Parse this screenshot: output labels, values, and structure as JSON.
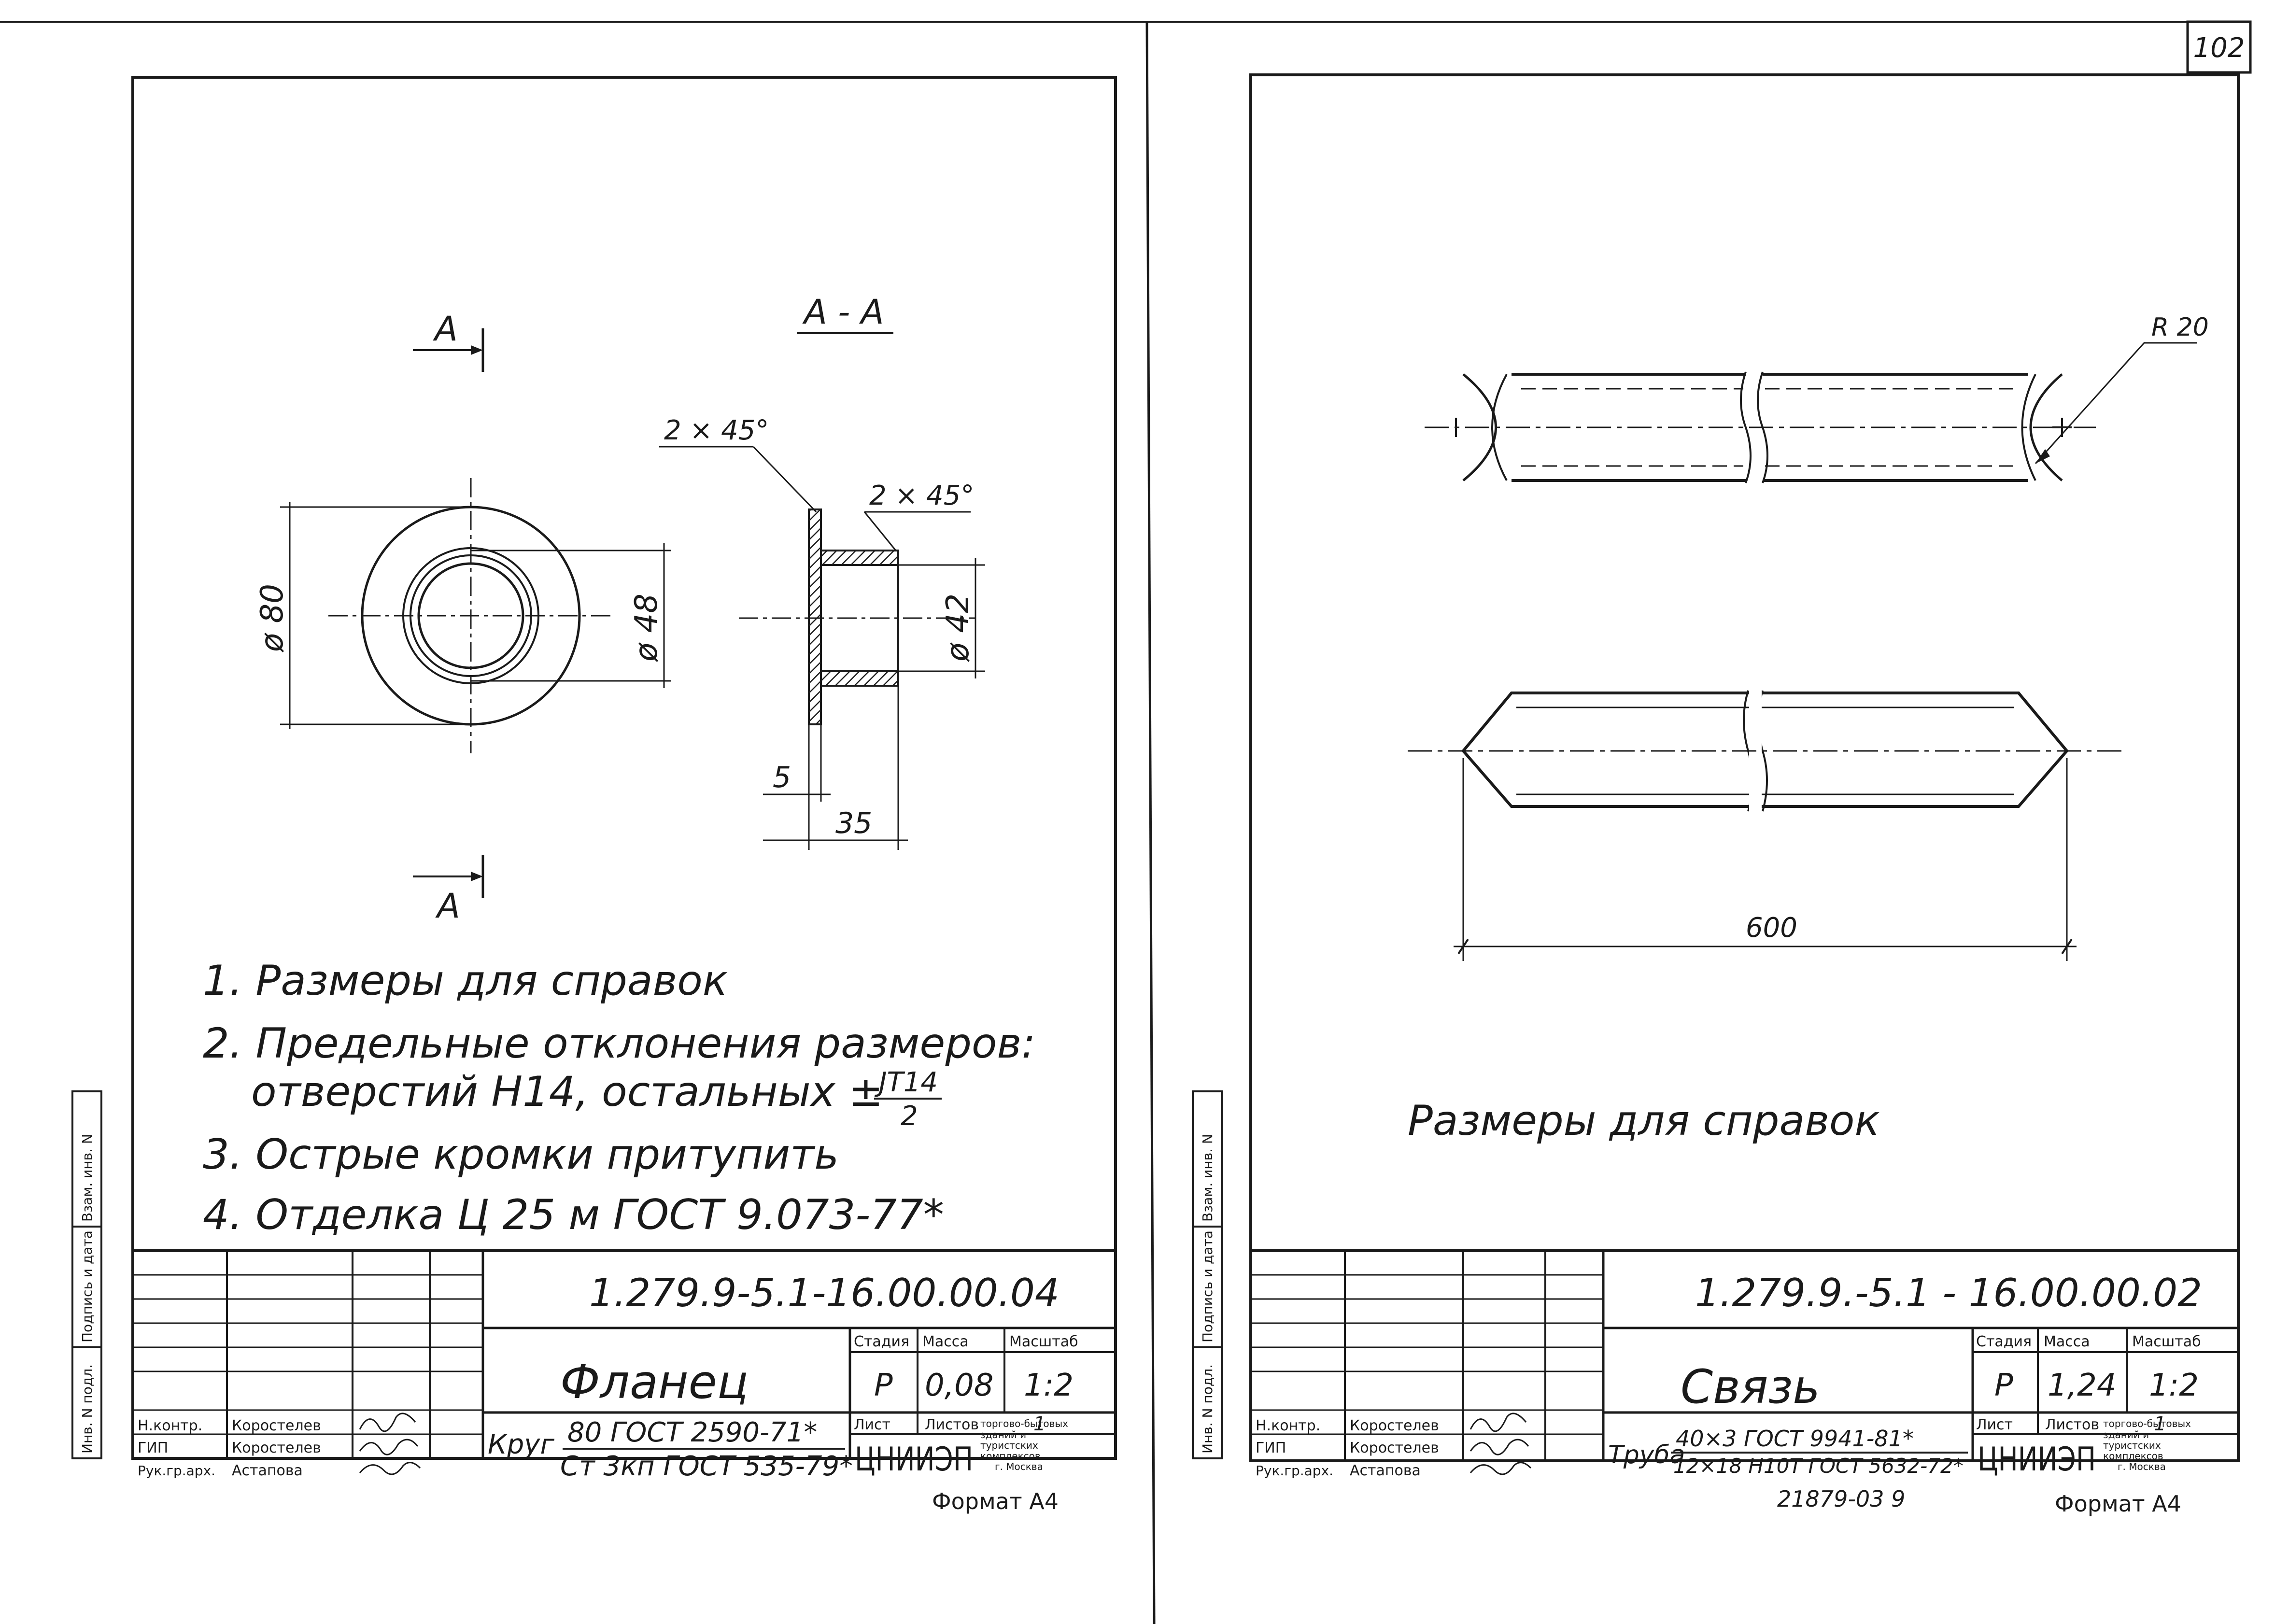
{
  "page_number": "102",
  "left_sheet": {
    "section_label": "А - А",
    "section_marks": [
      "А",
      "А"
    ],
    "dimensions": {
      "outer_diameter": "ø 80",
      "inner_diameter": "ø 48",
      "bore_diameter": "ø 42",
      "chamfer_1": "2 × 45°",
      "chamfer_2": "2 × 45°",
      "flange_thickness": "5",
      "length": "35"
    },
    "notes": [
      "1. Размеры для справок",
      "2. Предельные отклонения размеров:",
      "отверстий  Н14,  остальных ±",
      "3. Острые кромки притупить",
      "4. Отделка  Ц 25 м  ГОСТ 9.073-77*"
    ],
    "tolerance_fraction": {
      "numerator": "JT14",
      "denominator": "2"
    },
    "side_labels": [
      "Инв. N подл.",
      "Подпись и дата",
      "Взам. инв. N"
    ],
    "title_block": {
      "doc_code": "1.279.9-5.1-16.00.00.04",
      "part_name": "Фланец",
      "stage_header": "Стадия",
      "mass_header": "Масса",
      "scale_header": "Масштаб",
      "stage": "Р",
      "mass": "0,08",
      "scale": "1:2",
      "sheet_label": "Лист",
      "sheets_label": "Листов",
      "sheets_value": "1",
      "material_prefix": "Круг",
      "material_line1": "80 ГОСТ 2590-71*",
      "material_line2": "Ст 3кп ГОСТ 535-79*",
      "org_logo": "ЦНИИЭП",
      "org_desc": [
        "торгово-бытовых",
        "зданий и",
        "туристских",
        "комплексов",
        "г. Москва"
      ],
      "signatures": [
        {
          "role": "Н.контр.",
          "name": "Коростелев"
        },
        {
          "role": "ГИП",
          "name": "Коростелев"
        },
        {
          "role": "Рук.гр.арх.",
          "name": "Астапова"
        }
      ],
      "format": "Формат А4"
    }
  },
  "right_sheet": {
    "radius_label": "R 20",
    "length_label": "600",
    "note": "Размеры для справок",
    "side_labels": [
      "Инв. N подл.",
      "Подпись и дата",
      "Взам. инв. N"
    ],
    "title_block": {
      "doc_code": "1.279.9.-5.1 - 16.00.00.02",
      "part_name": "Связь",
      "stage_header": "Стадия",
      "mass_header": "Масса",
      "scale_header": "Масштаб",
      "stage": "Р",
      "mass": "1,24",
      "scale": "1:2",
      "sheet_label": "Лист",
      "sheets_label": "Листов",
      "sheets_value": "1",
      "material_prefix": "Труба",
      "material_line1": "40×3 ГОСТ 9941-81*",
      "material_line2": "12×18 Н10Т ГОСТ 5632-72*",
      "org_logo": "ЦНИИЭП",
      "org_desc": [
        "торгово-бытовых",
        "зданий и",
        "туристских",
        "комплексов",
        "г. Москва"
      ],
      "signatures": [
        {
          "role": "Н.контр.",
          "name": "Коростелев"
        },
        {
          "role": "ГИП",
          "name": "Коростелев"
        },
        {
          "role": "Рук.гр.арх.",
          "name": "Астапова"
        }
      ],
      "format": "Формат А4",
      "archive_number": "21879-03   9"
    }
  }
}
